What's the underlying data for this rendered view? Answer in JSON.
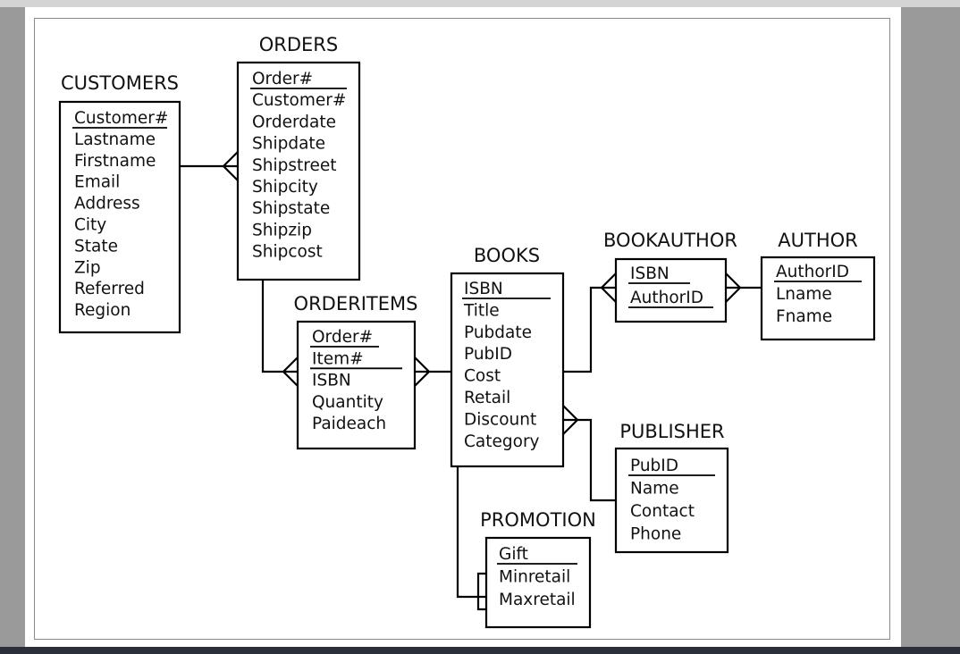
{
  "entities": {
    "customers": {
      "title": "CUSTOMERS",
      "keys": [
        "Customer#"
      ],
      "attrs": [
        "Lastname",
        "Firstname",
        "Email",
        "Address",
        "City",
        "State",
        "Zip",
        "Referred",
        "Region"
      ]
    },
    "orders": {
      "title": "ORDERS",
      "keys": [
        "Order#"
      ],
      "attrs": [
        "Customer#",
        "Orderdate",
        "Shipdate",
        "Shipstreet",
        "Shipcity",
        "Shipstate",
        "Shipzip",
        "Shipcost"
      ]
    },
    "orderitems": {
      "title": "ORDERITEMS",
      "keys": [
        "Order#",
        "Item#"
      ],
      "attrs": [
        "ISBN",
        "Quantity",
        "Paideach"
      ]
    },
    "books": {
      "title": "BOOKS",
      "keys": [
        "ISBN"
      ],
      "attrs": [
        "Title",
        "Pubdate",
        "PubID",
        "Cost",
        "Retail",
        "Discount",
        "Category"
      ]
    },
    "bookauthor": {
      "title": "BOOKAUTHOR",
      "keys": [
        "ISBN",
        "AuthorID"
      ],
      "attrs": []
    },
    "author": {
      "title": "AUTHOR",
      "keys": [
        "AuthorID"
      ],
      "attrs": [
        "Lname",
        "Fname"
      ]
    },
    "publisher": {
      "title": "PUBLISHER",
      "keys": [
        "PubID"
      ],
      "attrs": [
        "Name",
        "Contact",
        "Phone"
      ]
    },
    "promotion": {
      "title": "PROMOTION",
      "keys": [
        "Gift"
      ],
      "attrs": [
        "Minretail",
        "Maxretail"
      ]
    }
  },
  "relationships": [
    {
      "from": "customers",
      "to": "orders",
      "to_end": "many"
    },
    {
      "from": "orders",
      "to": "orderitems",
      "to_end": "many"
    },
    {
      "from": "books",
      "to": "orderitems",
      "to_end": "many"
    },
    {
      "from": "books",
      "to": "bookauthor",
      "to_end": "many"
    },
    {
      "from": "author",
      "to": "bookauthor",
      "to_end": "many"
    },
    {
      "from": "publisher",
      "to": "books",
      "to_end": "many"
    },
    {
      "from": "books",
      "to": "promotion",
      "to_end": "none"
    }
  ]
}
